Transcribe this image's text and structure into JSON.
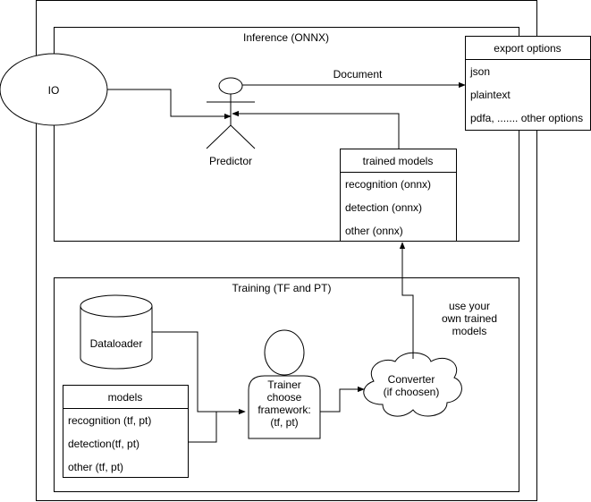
{
  "inference": {
    "title": "Inference (ONNX)",
    "io_label": "IO",
    "predictor_label": "Predictor",
    "document_label": "Document",
    "trained_models": {
      "header": "trained models",
      "items": [
        "recognition (onnx)",
        "detection (onnx)",
        "other (onnx)"
      ]
    },
    "export_options": {
      "header": "export options",
      "items": [
        "json",
        "plaintext",
        "pdfa, ....... other options"
      ]
    }
  },
  "training": {
    "title": "Training (TF and PT)",
    "dataloader_label": "Dataloader",
    "models": {
      "header": "models",
      "items": [
        "recognition (tf, pt)",
        "detection(tf, pt)",
        "other (tf, pt)"
      ]
    },
    "trainer_lines": [
      "Trainer",
      "choose",
      "framework:",
      "(tf, pt)"
    ],
    "converter_lines": [
      "Converter",
      "(if choosen)"
    ],
    "note_lines": [
      "use your",
      "own trained",
      "models"
    ]
  },
  "colors": {
    "stroke": "#000000",
    "fill": "#ffffff"
  }
}
